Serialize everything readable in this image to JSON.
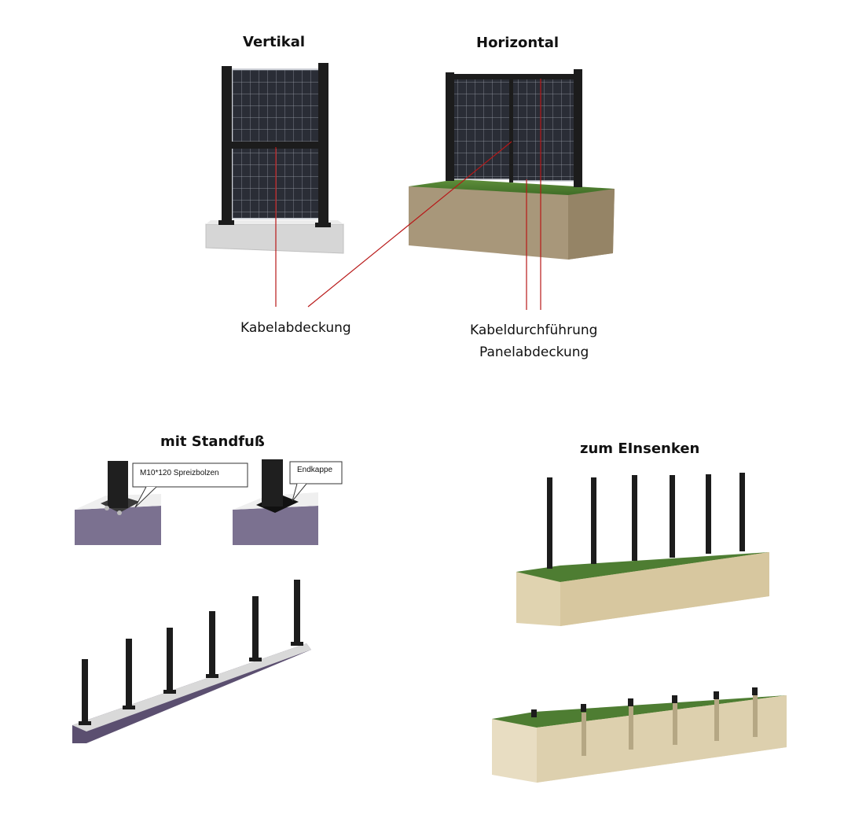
{
  "top": {
    "vertical_title": "Vertikal",
    "horizontal_title": "Horizontal",
    "label_cable_cover": "Kabelabdeckung",
    "label_cable_passage": "Kabeldurchführung",
    "label_panel_cover": "Panelabdeckung"
  },
  "bottom": {
    "foot_title": "mit Standfuß",
    "sink_title": "zum EInsenken",
    "callout_bolt": "M10*120 Spreizbolzen",
    "callout_cap": "Endkappe"
  },
  "colors": {
    "frame": "#1c1c1c",
    "panel_cell": "#2a2d36",
    "concrete": "#d4d4d4",
    "soil": "#a8977a",
    "grass": "#4e7d32",
    "sandstone": "#e0d3b0",
    "leader_line": "#b81818"
  }
}
